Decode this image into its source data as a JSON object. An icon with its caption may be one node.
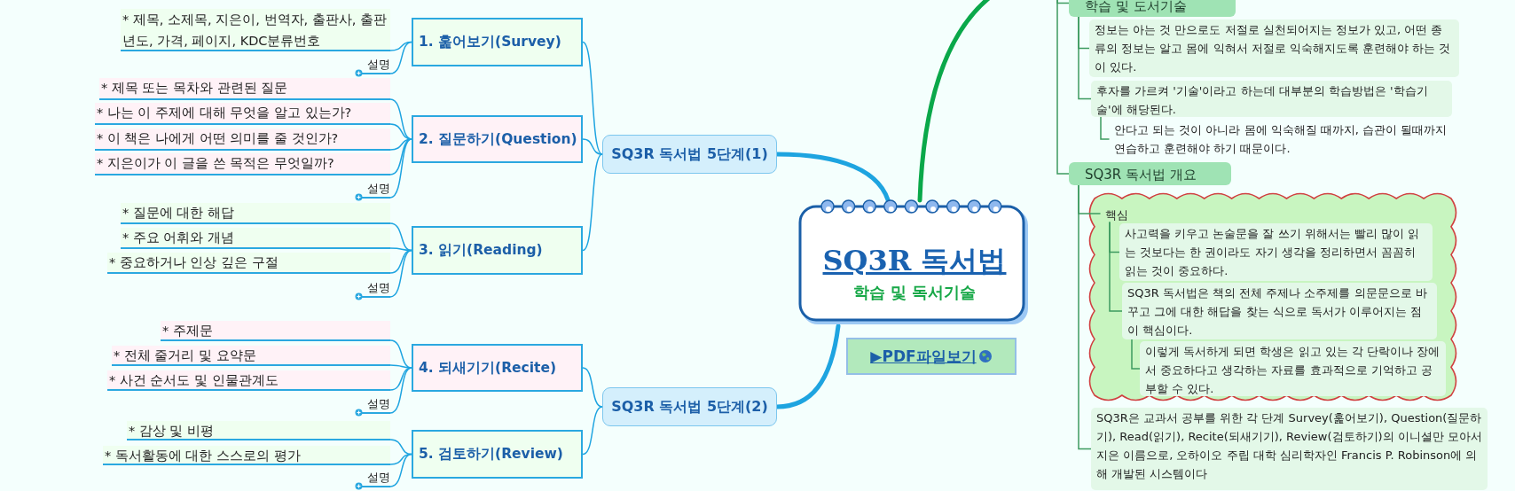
{
  "diagram": {
    "nodes": [
      {
        "text": [
          "SQ3R 독서법",
          "학습 및 독서기술"
        ]
      },
      {
        "text": [
          "▶PDF파일보기"
        ]
      },
      {
        "text": [
          "SQ3R 독서법 5단계(1)"
        ]
      },
      {
        "text": [
          "1. 훑어보기(Survey)"
        ]
      },
      {
        "text": [
          "* 제목, 소제목, 지은이, 번역자, 출판사, 출판년도, 가격, 페이지, KDC분류번호"
        ]
      },
      {
        "text": [
          "설명"
        ]
      },
      {
        "text": [
          "2. 질문하기(Question)"
        ]
      },
      {
        "text": [
          "* 제목 또는 목차와 관련된 질문"
        ]
      },
      {
        "text": [
          "* 나는 이 주제에 대해 무엇을 알고 있는가?"
        ]
      },
      {
        "text": [
          "* 이 책은 나에게 어떤 의미를 줄 것인가?"
        ]
      },
      {
        "text": [
          "* 지은이가 이 글을 쓴 목적은 무엇일까?"
        ]
      },
      {
        "text": [
          "설명"
        ]
      },
      {
        "text": [
          "3. 읽기(Reading)"
        ]
      },
      {
        "text": [
          "* 질문에 대한 해답"
        ]
      },
      {
        "text": [
          "* 주요 어휘와 개념"
        ]
      },
      {
        "text": [
          "* 중요하거나 인상 깊은 구절"
        ]
      },
      {
        "text": [
          "설명"
        ]
      },
      {
        "text": [
          "SQ3R 독서법 5단계(2)"
        ]
      },
      {
        "text": [
          "4. 되새기기(Recite)"
        ]
      },
      {
        "text": [
          "* 주제문"
        ]
      },
      {
        "text": [
          "* 전체 줄거리 및 요약문"
        ]
      },
      {
        "text": [
          "* 사건 순서도 및 인물관계도"
        ]
      },
      {
        "text": [
          "설명"
        ]
      },
      {
        "text": [
          "5. 검토하기(Review)"
        ]
      },
      {
        "text": [
          "* 감상 및 비평"
        ]
      },
      {
        "text": [
          "* 독서활동에 대한 스스로의 평가"
        ]
      },
      {
        "text": [
          "설명"
        ]
      },
      {
        "text": [
          "학습 및 도서기술"
        ]
      },
      {
        "text": [
          "정보는 아는 것 만으로도 저절로 실천되어지는 정보가 있고, 어떤 종류의 정보는 알고 몸에 익혀서 저절로 익숙해지도록 훈련해야 하는 것이 있다."
        ]
      },
      {
        "text": [
          "후자를 가르켜 '기술'이라고 하는데 대부분의 학습방법은 '학습기술'에 해당된다."
        ]
      },
      {
        "text": [
          "안다고 되는 것이 아니라 몸에 익숙해질 때까지, 습관이 될때까지 연습하고 훈련해야 하기 때문이다."
        ]
      },
      {
        "text": [
          "SQ3R 독서법 개요"
        ]
      },
      {
        "text": [],
        "shape": "cloud"
      },
      {
        "text": [
          "핵심"
        ],
        "in": 32
      },
      {
        "text": [
          "사고력을 키우고 논술문을 잘 쓰기 위해서는 빨리 많이 읽는 것보다는 한 권이라도 자기 생각을 정리하면서 꼼꼼히 읽는 것이 중요하다."
        ],
        "in": 32
      },
      {
        "text": [
          "SQ3R 독서법은 책의 전체 주제나 소주제를 의문문으로 바꾸고 그에 대한 해답을 찾는 식으로 독서가 이루어지는 점이 핵심이다."
        ],
        "in": 32
      },
      {
        "text": [
          "이렇게 독서하게 되면 학생은 읽고 있는 각 단락이나 장에서 중요하다고 생각하는 자료를 효과적으로 기억하고 공부할 수 있다."
        ],
        "in": 32
      },
      {
        "text": [
          "SQ3R은 교과서 공부를 위한 각 단계 Survey(훑어보기), Question(질문하기), Read(읽기), Recite(되새기기), Review(검토하기)의 이니셜만 모아서 지은 이름으로, 오하이오 주립 대학 심리학자인 Francis P. Robinson에 의해 개발된 시스템이다"
        ]
      }
    ],
    "edges": [
      {
        "from": 0,
        "to": null,
        "arrow": "none",
        "style": "thick",
        "color": "#0aa84a"
      },
      {
        "from": 0,
        "to": 2,
        "arrow": "none",
        "style": "thick"
      },
      {
        "from": 0,
        "to": 17,
        "arrow": "none",
        "style": "thick"
      },
      {
        "from": 2,
        "to": 3,
        "arrow": "none"
      },
      {
        "from": 2,
        "to": 6,
        "arrow": "none"
      },
      {
        "from": 2,
        "to": 12,
        "arrow": "none"
      },
      {
        "from": 3,
        "to": 4,
        "arrow": "none"
      },
      {
        "from": 3,
        "to": 5,
        "arrow": "none"
      },
      {
        "from": 6,
        "to": 7,
        "arrow": "none"
      },
      {
        "from": 6,
        "to": 8,
        "arrow": "none"
      },
      {
        "from": 6,
        "to": 9,
        "arrow": "none"
      },
      {
        "from": 6,
        "to": 10,
        "arrow": "none"
      },
      {
        "from": 6,
        "to": 11,
        "arrow": "none"
      },
      {
        "from": 12,
        "to": 13,
        "arrow": "none"
      },
      {
        "from": 12,
        "to": 14,
        "arrow": "none"
      },
      {
        "from": 12,
        "to": 15,
        "arrow": "none"
      },
      {
        "from": 12,
        "to": 16,
        "arrow": "none"
      },
      {
        "from": 17,
        "to": 18,
        "arrow": "none"
      },
      {
        "from": 17,
        "to": 23,
        "arrow": "none"
      },
      {
        "from": 18,
        "to": 19,
        "arrow": "none"
      },
      {
        "from": 18,
        "to": 20,
        "arrow": "none"
      },
      {
        "from": 18,
        "to": 21,
        "arrow": "none"
      },
      {
        "from": 18,
        "to": 22,
        "arrow": "none"
      },
      {
        "from": 23,
        "to": 24,
        "arrow": "none"
      },
      {
        "from": 23,
        "to": 25,
        "arrow": "none"
      },
      {
        "from": 23,
        "to": 26,
        "arrow": "none"
      },
      {
        "from": null,
        "to": 27,
        "arrow": "none",
        "color": "#3c9a5f"
      },
      {
        "from": 27,
        "to": 28,
        "arrow": "none",
        "color": "#3c9a5f"
      },
      {
        "from": 27,
        "to": 29,
        "arrow": "none",
        "color": "#3c9a5f"
      },
      {
        "from": 29,
        "to": 30,
        "arrow": "none",
        "color": "#3c9a5f"
      },
      {
        "from": null,
        "to": 31,
        "arrow": "none",
        "color": "#3c9a5f"
      },
      {
        "from": 31,
        "to": 33,
        "arrow": "none",
        "color": "#3c9a5f"
      },
      {
        "from": 33,
        "to": 34,
        "arrow": "none",
        "color": "#3c9a5f"
      },
      {
        "from": 33,
        "to": 35,
        "arrow": "none",
        "color": "#3c9a5f"
      },
      {
        "from": 35,
        "to": 36,
        "arrow": "none",
        "color": "#3c9a5f"
      },
      {
        "from": 31,
        "to": 37,
        "arrow": "none",
        "color": "#3c9a5f"
      }
    ]
  }
}
